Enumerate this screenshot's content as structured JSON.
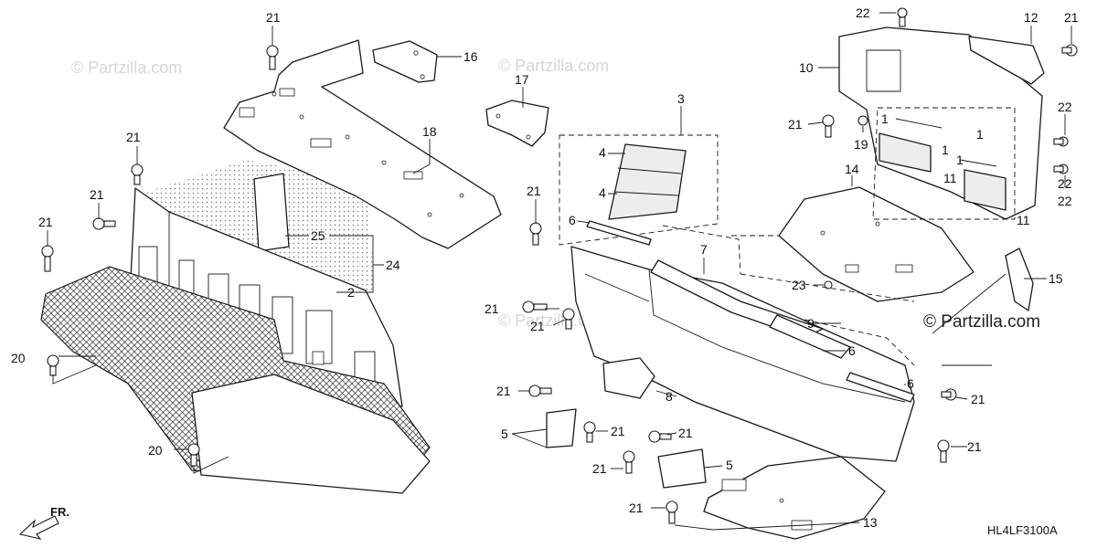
{
  "watermark": {
    "text": "© Partzilla.com",
    "text_dark": "© Partzilla.com"
  },
  "diagram_code": "HL4LF3100A",
  "direction_label": "FR.",
  "callouts": [
    {
      "id": "c01",
      "text": "21"
    },
    {
      "id": "c02",
      "text": "16"
    },
    {
      "id": "c03",
      "text": "17"
    },
    {
      "id": "c04",
      "text": "18"
    },
    {
      "id": "c05",
      "text": "21"
    },
    {
      "id": "c06",
      "text": "21"
    },
    {
      "id": "c07",
      "text": "21"
    },
    {
      "id": "c08",
      "text": "25"
    },
    {
      "id": "c09",
      "text": "24"
    },
    {
      "id": "c10",
      "text": "2"
    },
    {
      "id": "c11",
      "text": "20"
    },
    {
      "id": "c12",
      "text": "20"
    },
    {
      "id": "c13",
      "text": "3"
    },
    {
      "id": "c14",
      "text": "4"
    },
    {
      "id": "c15",
      "text": "4"
    },
    {
      "id": "c16",
      "text": "6"
    },
    {
      "id": "c17",
      "text": "21"
    },
    {
      "id": "c18",
      "text": "7"
    },
    {
      "id": "c19",
      "text": "21"
    },
    {
      "id": "c20",
      "text": "21"
    },
    {
      "id": "c21",
      "text": "9"
    },
    {
      "id": "c22",
      "text": "6"
    },
    {
      "id": "c23",
      "text": "6"
    },
    {
      "id": "c24",
      "text": "8"
    },
    {
      "id": "c25",
      "text": "21"
    },
    {
      "id": "c26",
      "text": "5"
    },
    {
      "id": "c27",
      "text": "21"
    },
    {
      "id": "c28",
      "text": "21"
    },
    {
      "id": "c29",
      "text": "21"
    },
    {
      "id": "c30",
      "text": "5"
    },
    {
      "id": "c31",
      "text": "21"
    },
    {
      "id": "c32",
      "text": "13"
    },
    {
      "id": "c33",
      "text": "21"
    },
    {
      "id": "c34",
      "text": "21"
    },
    {
      "id": "c35",
      "text": "22"
    },
    {
      "id": "c36",
      "text": "12"
    },
    {
      "id": "c37",
      "text": "21"
    },
    {
      "id": "c38",
      "text": "10"
    },
    {
      "id": "c39",
      "text": "22"
    },
    {
      "id": "c40",
      "text": "21"
    },
    {
      "id": "c41",
      "text": "19"
    },
    {
      "id": "c42",
      "text": "1"
    },
    {
      "id": "c43",
      "text": "1"
    },
    {
      "id": "c44",
      "text": "1"
    },
    {
      "id": "c45",
      "text": "1"
    },
    {
      "id": "c46",
      "text": "11"
    },
    {
      "id": "c47",
      "text": "11"
    },
    {
      "id": "c48",
      "text": "22"
    },
    {
      "id": "c49",
      "text": "22"
    },
    {
      "id": "c50",
      "text": "14"
    },
    {
      "id": "c51",
      "text": "23"
    },
    {
      "id": "c52",
      "text": "15"
    }
  ]
}
